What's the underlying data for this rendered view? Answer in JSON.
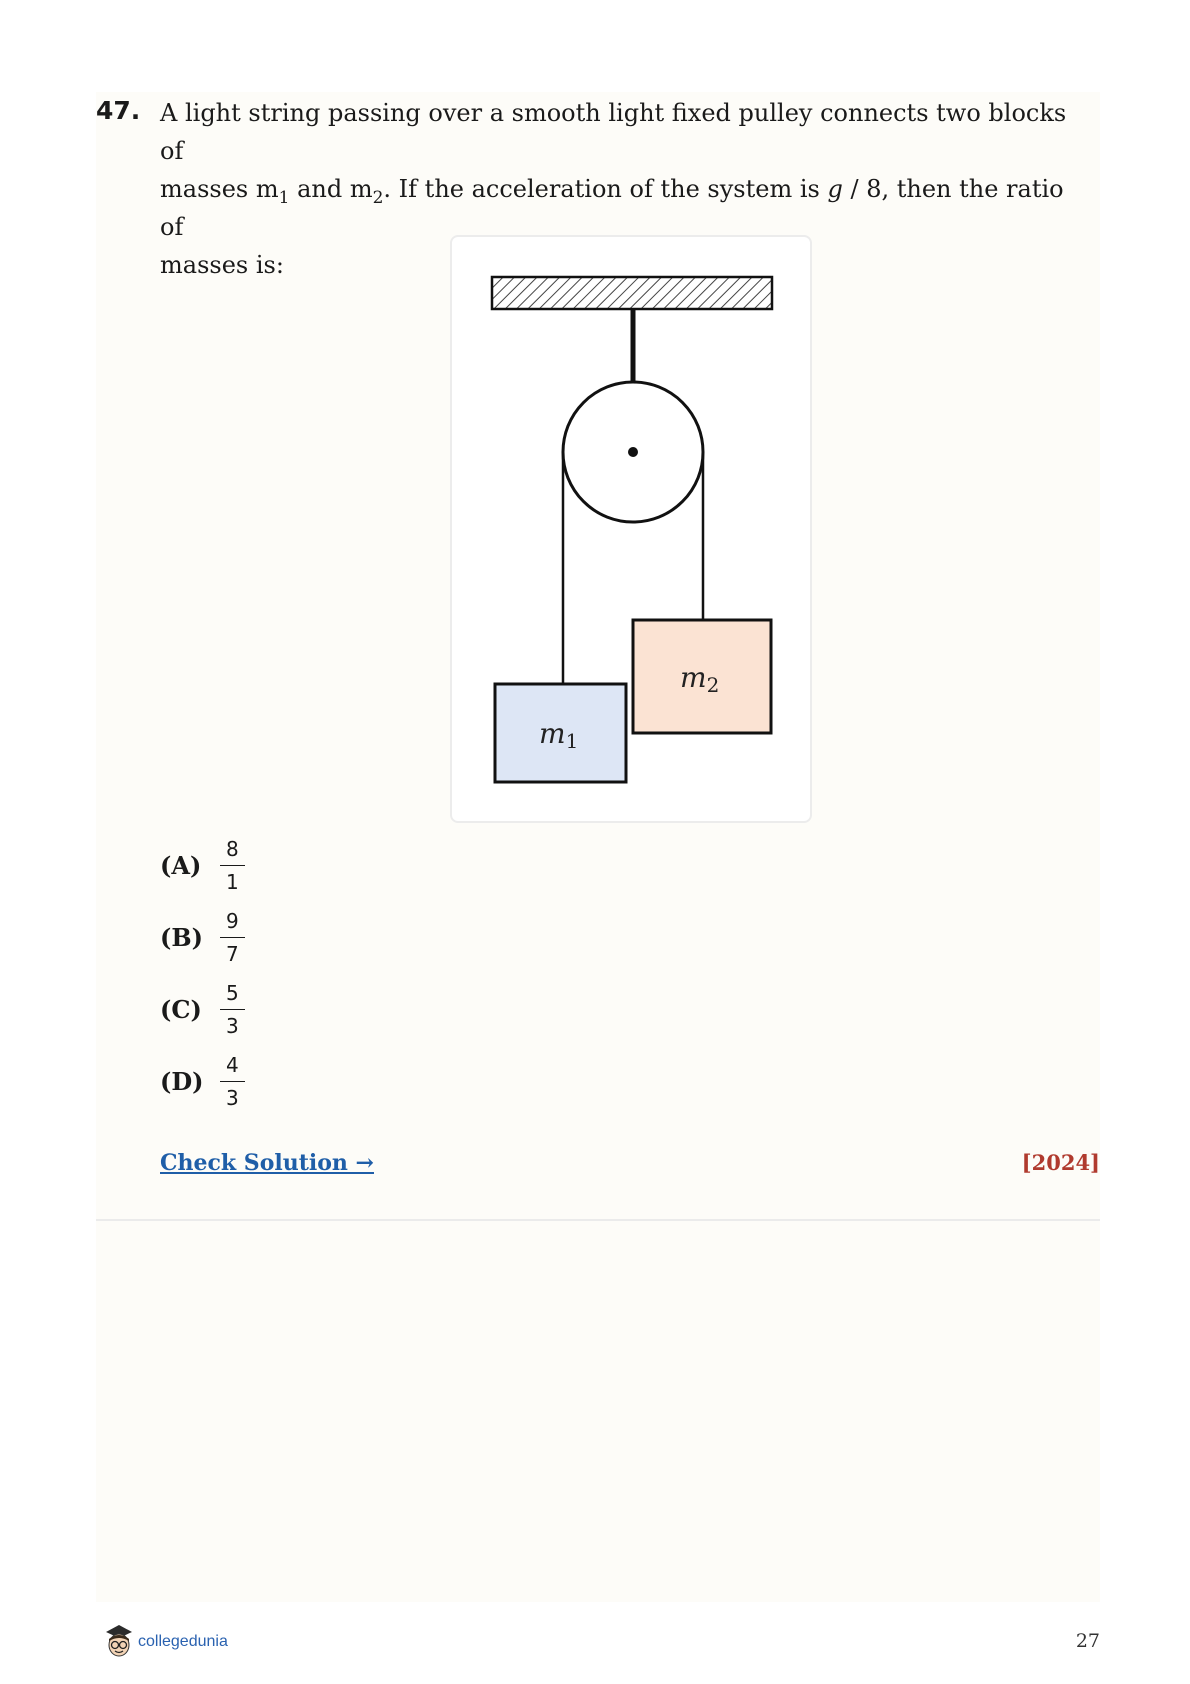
{
  "question": {
    "number": "47.",
    "line1": "A light string passing over a smooth light fixed pulley connects two blocks of",
    "line2_a": "masses m",
    "sub1": "1",
    "line2_b": " and m",
    "sub2": "2",
    "line2_c": ". If the acceleration of the system is ",
    "g": "g",
    "line2_d": " / 8, then the ratio of",
    "line3": "masses is:"
  },
  "figure": {
    "block1_label": "m",
    "block1_sub": "1",
    "block2_label": "m",
    "block2_sub": "2",
    "block1_color": "#dde6f5",
    "block2_color": "#fbe3d3"
  },
  "options": [
    {
      "label": "(A)",
      "num": "8",
      "den": "1"
    },
    {
      "label": "(B)",
      "num": "9",
      "den": "7"
    },
    {
      "label": "(C)",
      "num": "5",
      "den": "3"
    },
    {
      "label": "(D)",
      "num": "4",
      "den": "3"
    }
  ],
  "check_solution": "Check Solution →",
  "year": "[2024]",
  "footer": {
    "logo_text": "collegedunia",
    "page_number": "27"
  },
  "colors": {
    "link": "#1f5ea8",
    "year": "#b03a2e"
  }
}
